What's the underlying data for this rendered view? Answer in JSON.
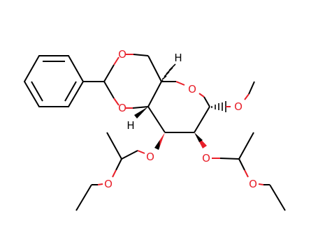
{
  "colors": {
    "bond": "#000000",
    "oxygen": "#e8202a",
    "background": "#ffffff"
  },
  "atom_labels": {
    "o_dioxane_top": "O",
    "o_dioxane_bottom": "O",
    "o_ring": "O",
    "o_methoxy": "O",
    "o_ether_c3": "O",
    "o_ether_c3_chain": "O",
    "o_ether_c2": "O",
    "o_ether_c2_chain": "O",
    "h_c5": "H",
    "h_c4": "H"
  }
}
